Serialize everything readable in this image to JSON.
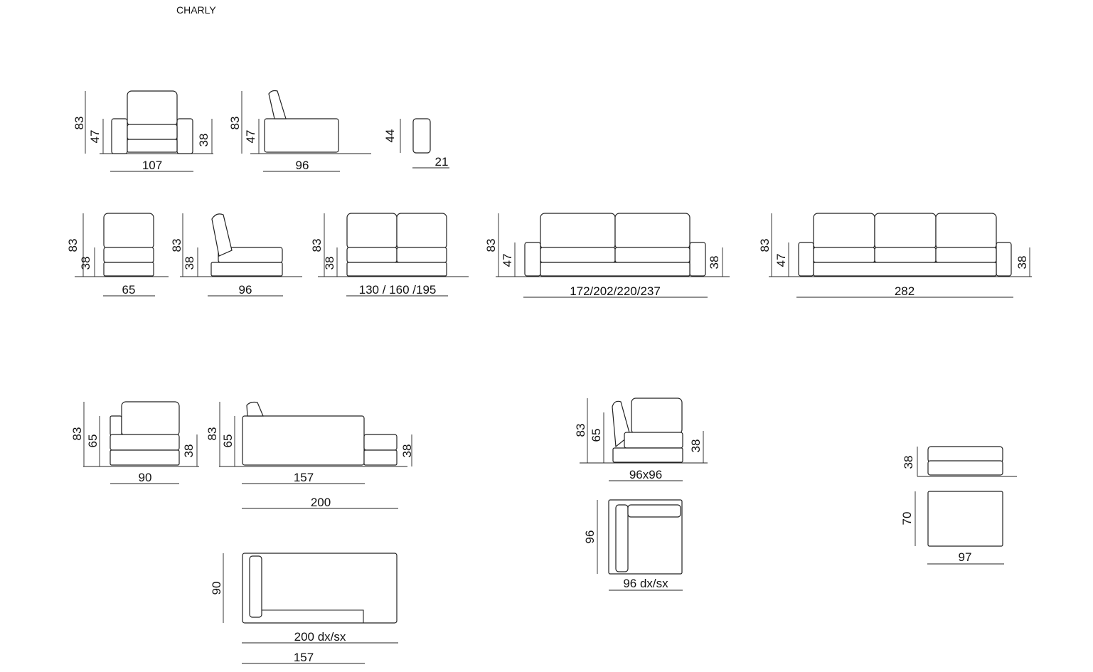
{
  "title": "CHARLY",
  "labels": {
    "armchair": {
      "height": "83",
      "seat": "47",
      "arm": "38",
      "width": "107"
    },
    "armchair_side": {
      "height": "83",
      "seat": "47",
      "depth": "96"
    },
    "armrest": {
      "height": "44",
      "width": "21"
    },
    "single": {
      "height": "83",
      "seat": "38",
      "width": "65"
    },
    "single_side": {
      "height": "83",
      "seat": "38",
      "depth": "96"
    },
    "two_seat": {
      "height": "83",
      "seat": "38",
      "width": "130 / 160 /195"
    },
    "sofa_two": {
      "height": "83",
      "seat": "47",
      "arm": "38",
      "width": "172/202/220/237"
    },
    "sofa_three": {
      "height": "83",
      "seat": "47",
      "arm": "38",
      "width": "282"
    },
    "chaise_front": {
      "height": "83",
      "back": "65",
      "seat": "38",
      "width": "90"
    },
    "chaise_side": {
      "height": "83",
      "back": "65",
      "seat": "38",
      "inner": "157",
      "total": "200"
    },
    "chaise_top": {
      "depth": "90",
      "width": "200 dx/sx",
      "inner": "157"
    },
    "corner_front": {
      "height": "83",
      "back": "65",
      "seat": "38",
      "width": "96x96"
    },
    "corner_top": {
      "depth": "96",
      "width": "96 dx/sx"
    },
    "pouf_front": {
      "height": "38"
    },
    "pouf_top": {
      "depth": "70",
      "width": "97"
    }
  }
}
